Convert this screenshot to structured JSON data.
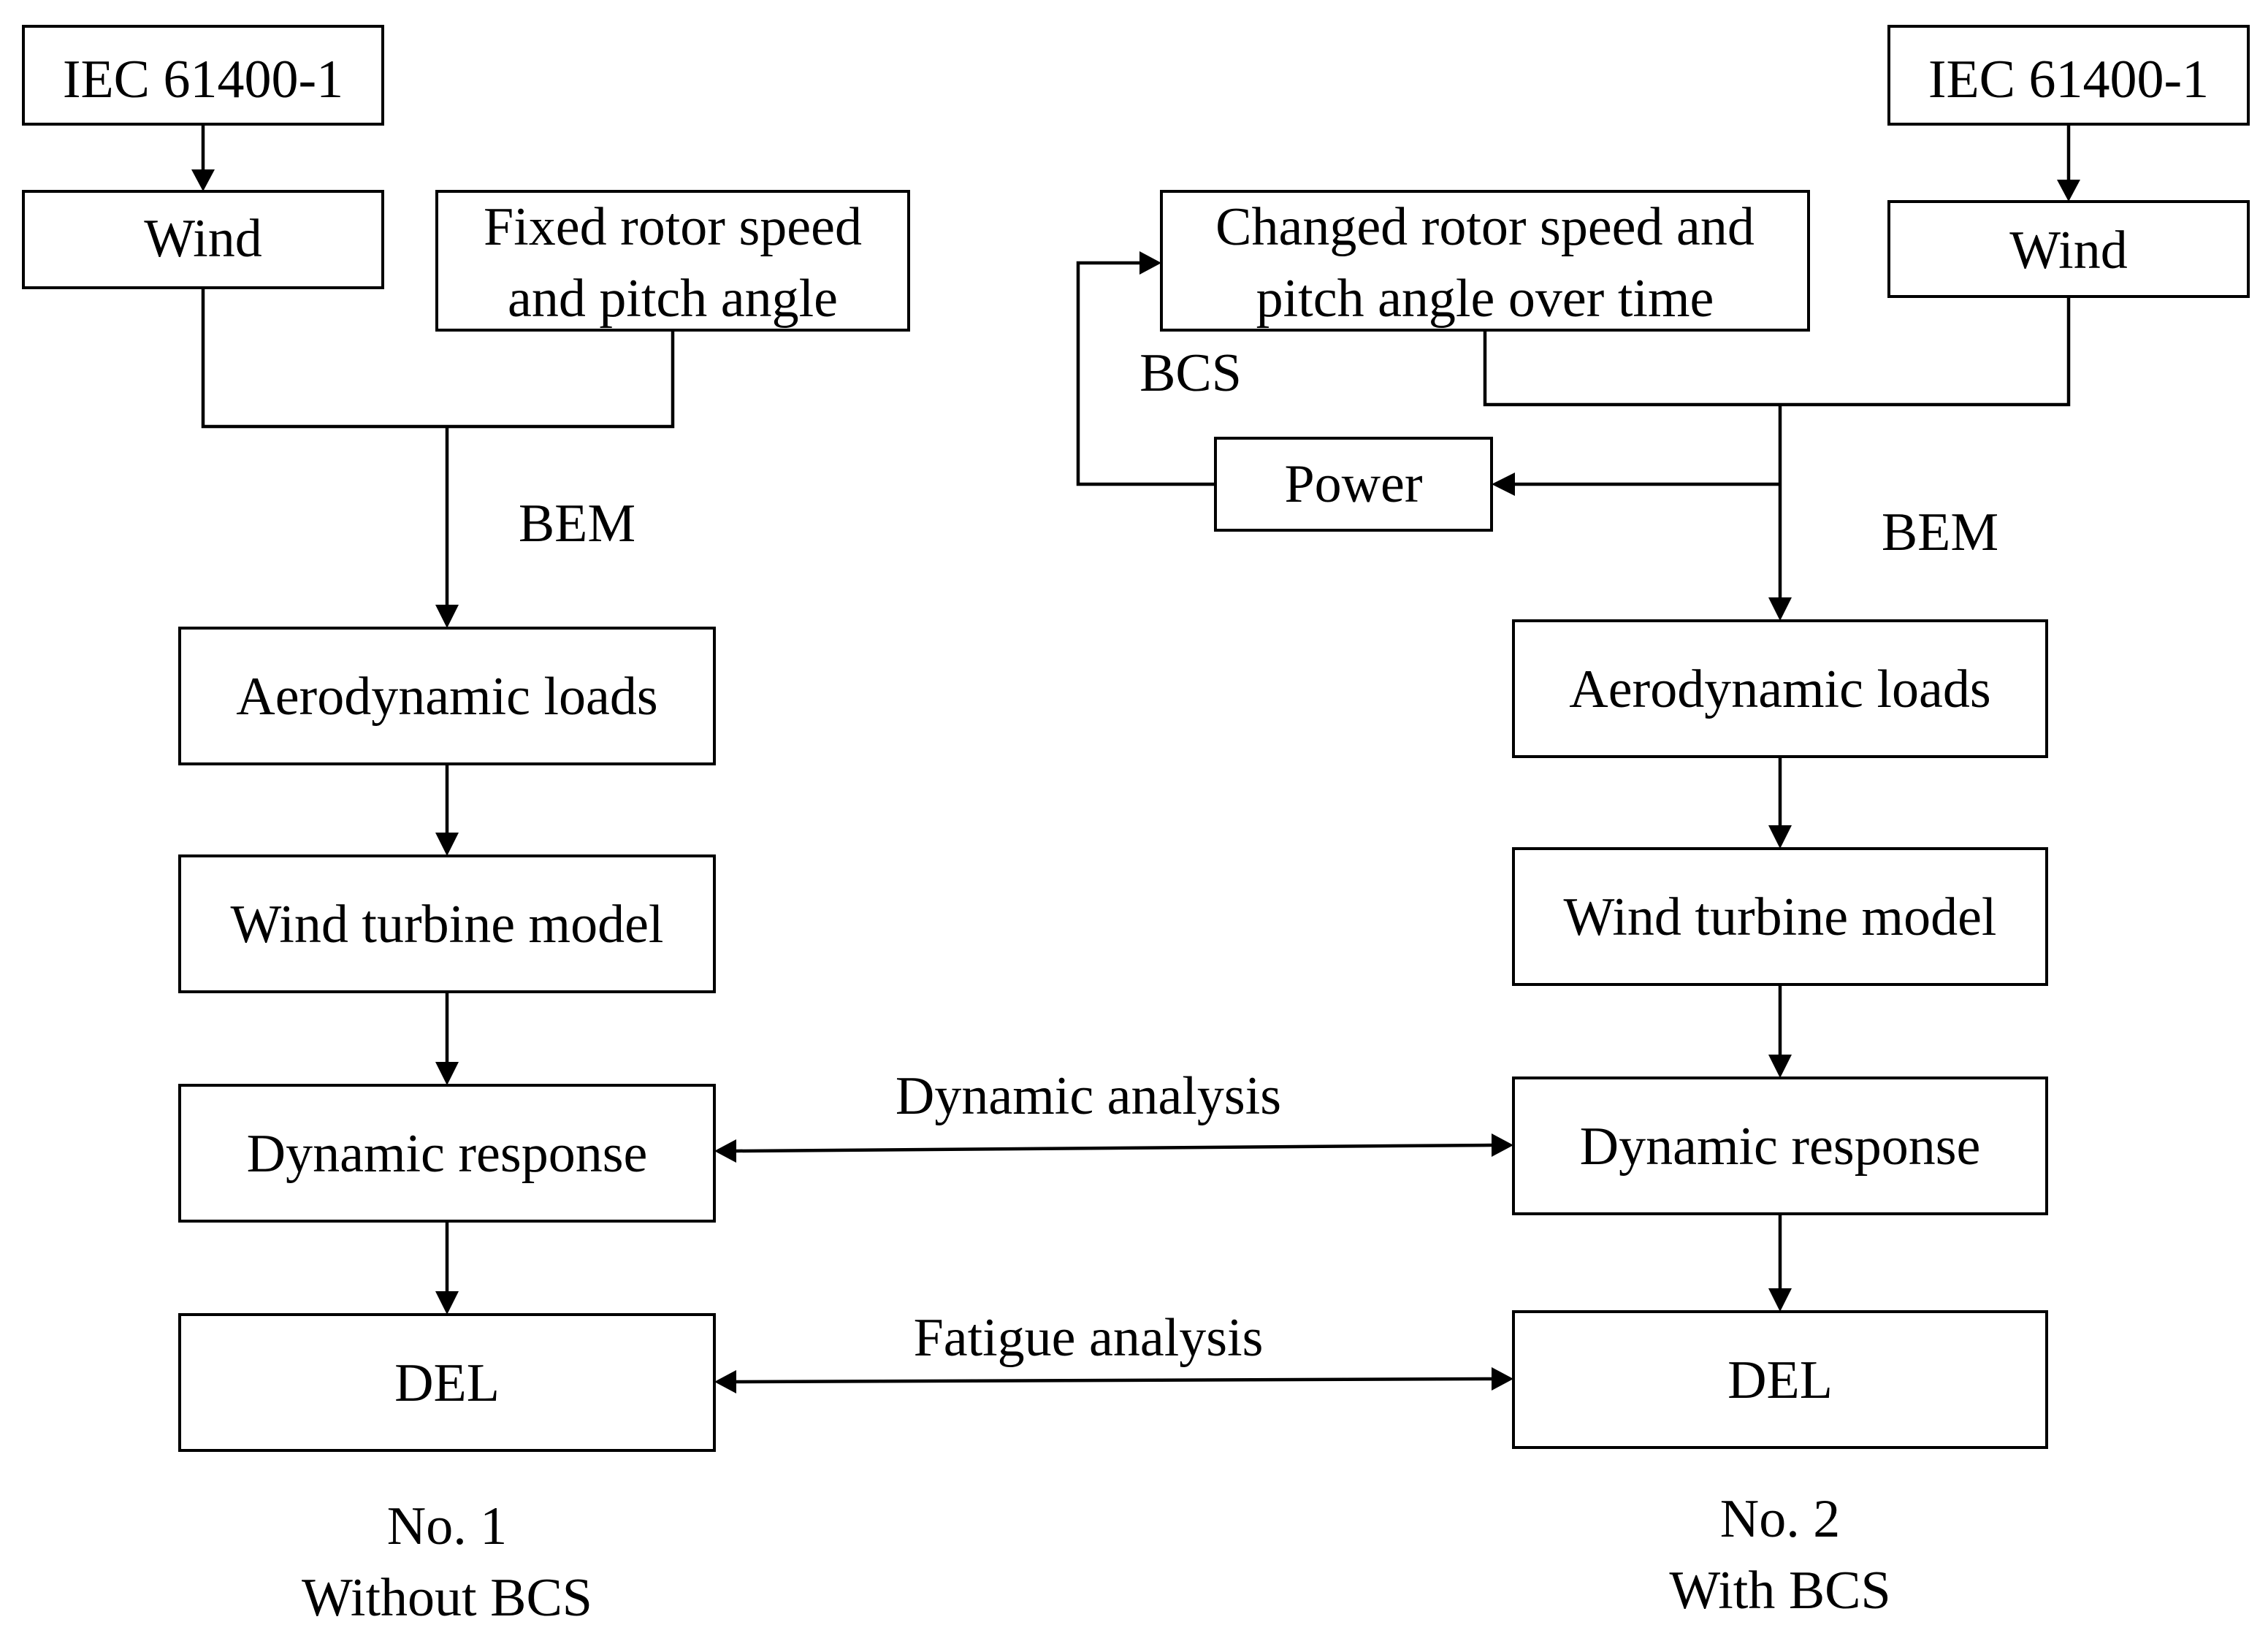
{
  "left": {
    "iec": "IEC 61400-1",
    "wind": "Wind",
    "fixed_line1": "Fixed rotor speed",
    "fixed_line2": "and pitch angle",
    "bem": "BEM",
    "aero": "Aerodynamic loads",
    "model": "Wind turbine model",
    "response": "Dynamic response",
    "del": "DEL",
    "caption_line1": "No. 1",
    "caption_line2": "Without BCS"
  },
  "right": {
    "iec": "IEC 61400-1",
    "wind": "Wind",
    "changed_line1": "Changed rotor speed and",
    "changed_line2": "pitch angle over time",
    "bcs": "BCS",
    "power": "Power",
    "bem": "BEM",
    "aero": "Aerodynamic loads",
    "model": "Wind turbine model",
    "response": "Dynamic response",
    "del": "DEL",
    "caption_line1": "No. 2",
    "caption_line2": "With BCS"
  },
  "links": {
    "dynamic": "Dynamic analysis",
    "fatigue": "Fatigue analysis"
  }
}
